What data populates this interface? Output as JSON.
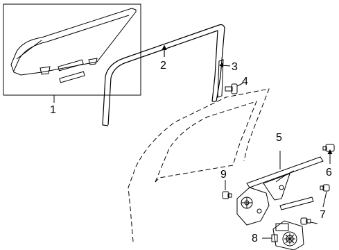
{
  "diagram": {
    "callouts": [
      {
        "id": "1",
        "label": "1"
      },
      {
        "id": "2",
        "label": "2"
      },
      {
        "id": "3",
        "label": "3"
      },
      {
        "id": "4",
        "label": "4"
      },
      {
        "id": "5",
        "label": "5"
      },
      {
        "id": "6",
        "label": "6"
      },
      {
        "id": "7",
        "label": "7"
      },
      {
        "id": "8",
        "label": "8"
      },
      {
        "id": "9",
        "label": "9"
      }
    ],
    "colors": {
      "line": "#000000",
      "inset_fill": "#ffffff"
    }
  }
}
